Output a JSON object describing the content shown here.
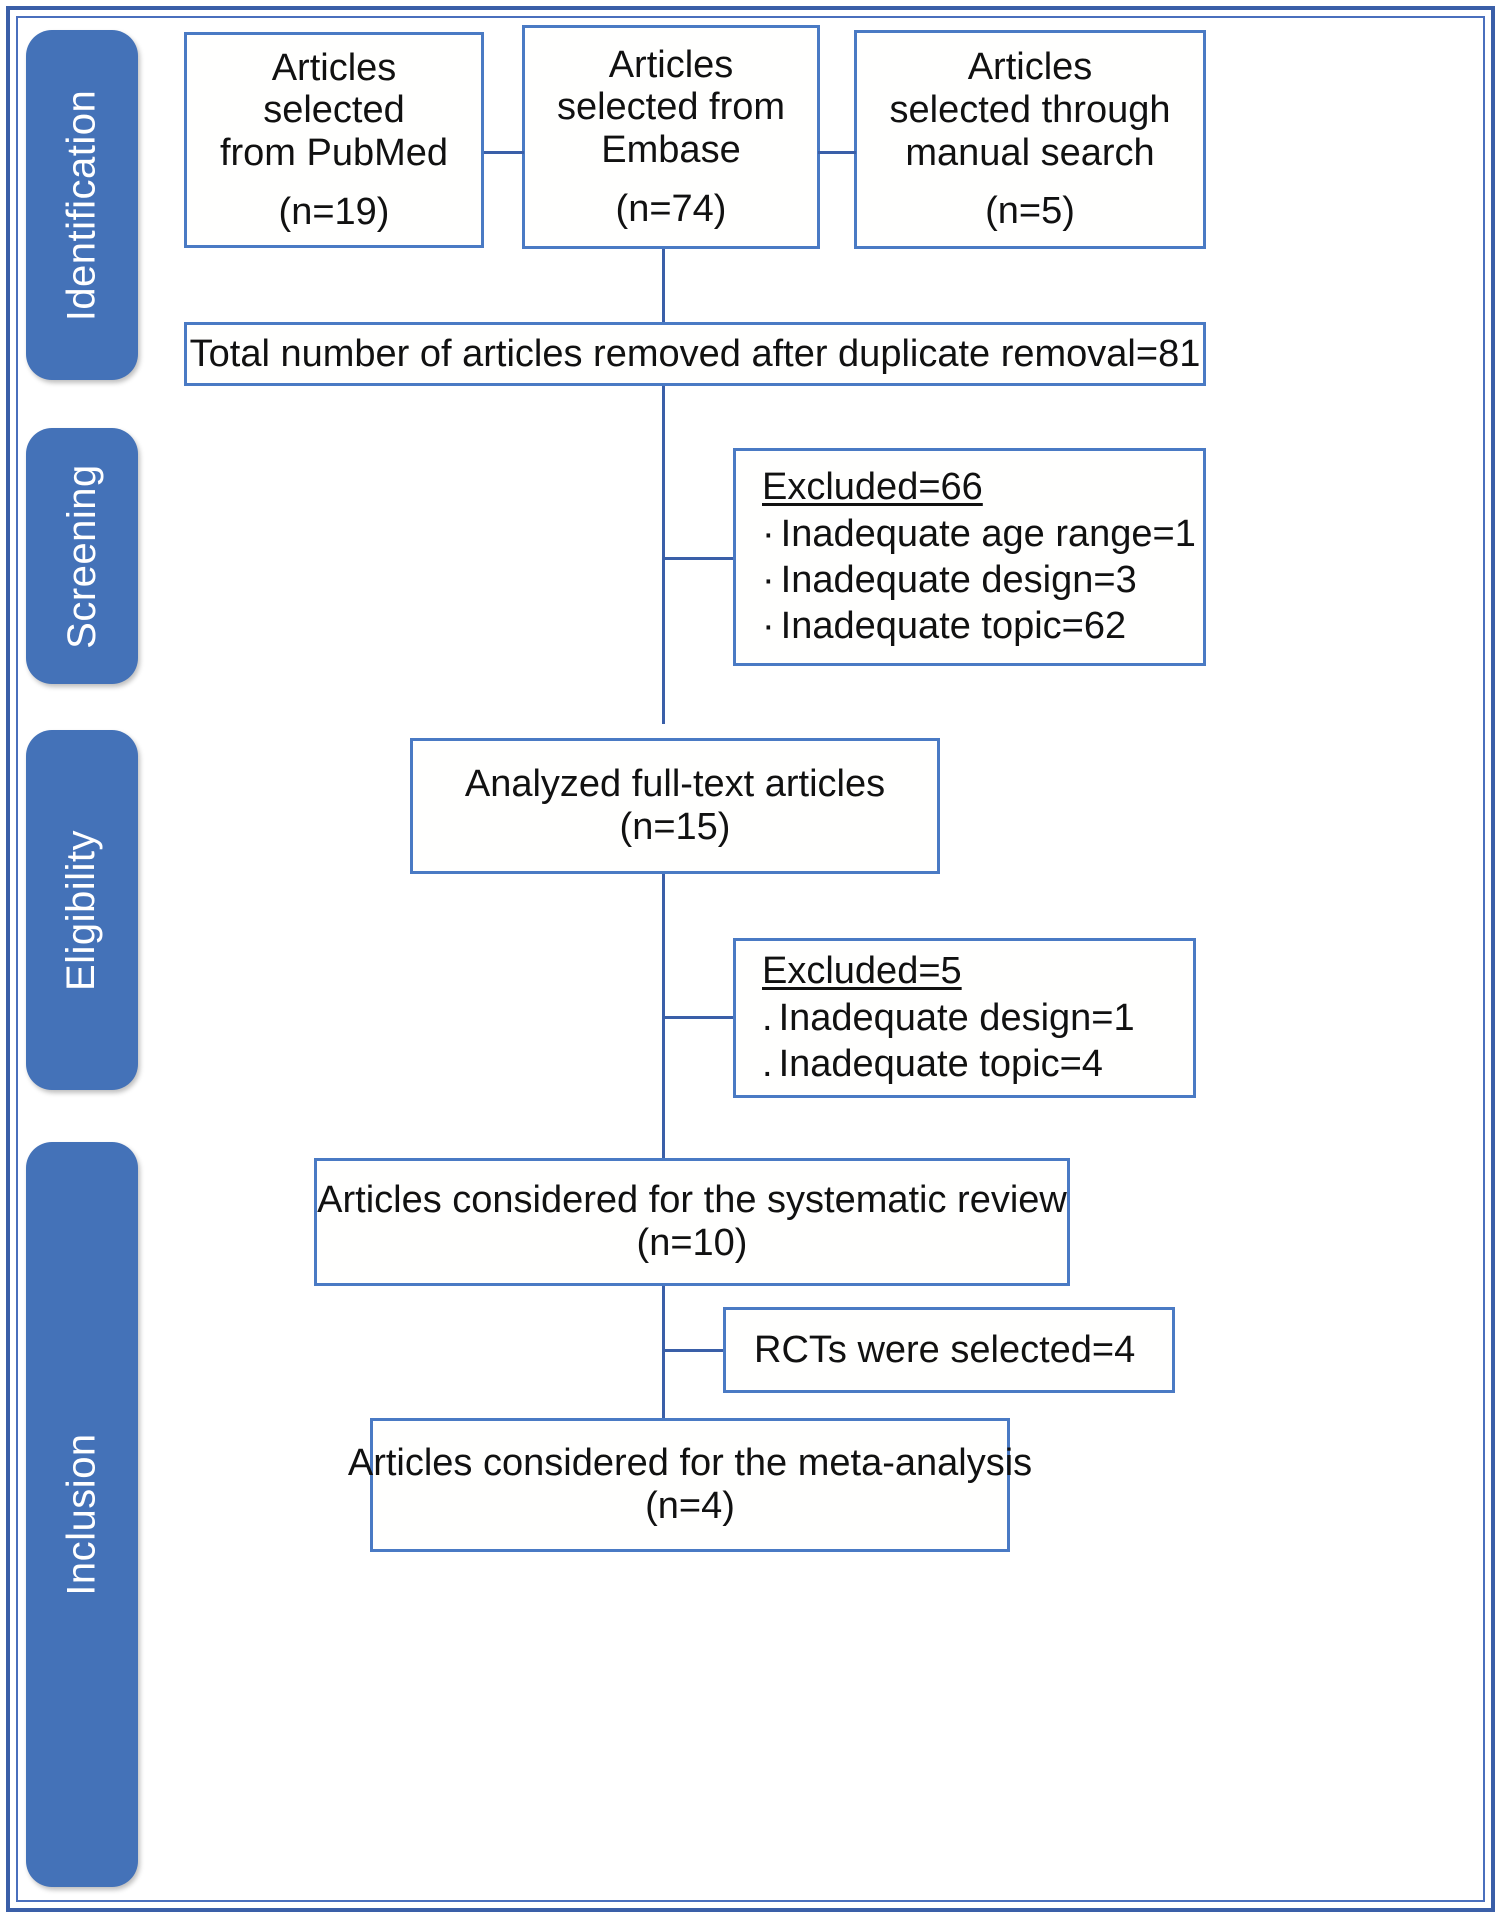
{
  "figure": {
    "type": "prisma-flow-diagram",
    "accent_color": "#4472b8",
    "box_border_color": "#4a7ac4",
    "connector_color": "#3a5fa8"
  },
  "stages": [
    {
      "id": "identification",
      "label": "Identification"
    },
    {
      "id": "screening",
      "label": "Screening"
    },
    {
      "id": "eligibility",
      "label": "Eligibility"
    },
    {
      "id": "inclusion",
      "label": "Inclusion"
    }
  ],
  "sources": [
    {
      "id": "pubmed",
      "line1": "Articles",
      "line2": "selected",
      "line3": "from PubMed",
      "count": "(n=19)"
    },
    {
      "id": "embase",
      "line1": "Articles",
      "line2": "selected from",
      "line3": "Embase",
      "count": "(n=74)"
    },
    {
      "id": "manual",
      "line1": "Articles",
      "line2": "selected through",
      "line3": "manual search",
      "count": "(n=5)"
    }
  ],
  "duplicates": {
    "text": "Total number of articles removed after duplicate removal=81"
  },
  "excluded_screening": {
    "title": "Excluded=66",
    "items": [
      "Inadequate age range=1",
      "Inadequate design=3",
      "Inadequate topic=62"
    ]
  },
  "fulltext": {
    "line1": "Analyzed full-text articles",
    "line2": "(n=15)"
  },
  "excluded_eligibility": {
    "title": "Excluded=5",
    "items": [
      "Inadequate design=1",
      "Inadequate topic=4"
    ]
  },
  "systematic_review": {
    "line1": "Articles considered for the systematic review",
    "line2": "(n=10)"
  },
  "rcts": {
    "text": "RCTs were selected=4"
  },
  "meta_analysis": {
    "line1": "Articles considered for the meta-analysis",
    "line2": "(n=4)"
  },
  "chart_data": {
    "type": "diagram",
    "title": "PRISMA study selection flow",
    "nodes": [
      {
        "id": "pubmed",
        "stage": "Identification",
        "label": "Articles selected from PubMed",
        "n": 19
      },
      {
        "id": "embase",
        "stage": "Identification",
        "label": "Articles selected from Embase",
        "n": 74
      },
      {
        "id": "manual",
        "stage": "Identification",
        "label": "Articles selected through manual search",
        "n": 5
      },
      {
        "id": "duplicates",
        "stage": "Identification",
        "label": "Total number of articles removed after duplicate removal",
        "n": 81
      },
      {
        "id": "excluded66",
        "stage": "Screening",
        "label": "Excluded",
        "n": 66
      },
      {
        "id": "fulltext",
        "stage": "Eligibility",
        "label": "Analyzed full-text articles",
        "n": 15
      },
      {
        "id": "excluded5",
        "stage": "Eligibility",
        "label": "Excluded",
        "n": 5
      },
      {
        "id": "systematic",
        "stage": "Inclusion",
        "label": "Articles considered for the systematic review",
        "n": 10
      },
      {
        "id": "rcts",
        "stage": "Inclusion",
        "label": "RCTs were selected",
        "n": 4
      },
      {
        "id": "meta",
        "stage": "Inclusion",
        "label": "Articles considered for the meta-analysis",
        "n": 4
      }
    ],
    "exclusion_reasons": {
      "screening": [
        {
          "reason": "Inadequate age range",
          "n": 1
        },
        {
          "reason": "Inadequate design",
          "n": 3
        },
        {
          "reason": "Inadequate topic",
          "n": 62
        }
      ],
      "eligibility": [
        {
          "reason": "Inadequate design",
          "n": 1
        },
        {
          "reason": "Inadequate topic",
          "n": 4
        }
      ]
    }
  }
}
